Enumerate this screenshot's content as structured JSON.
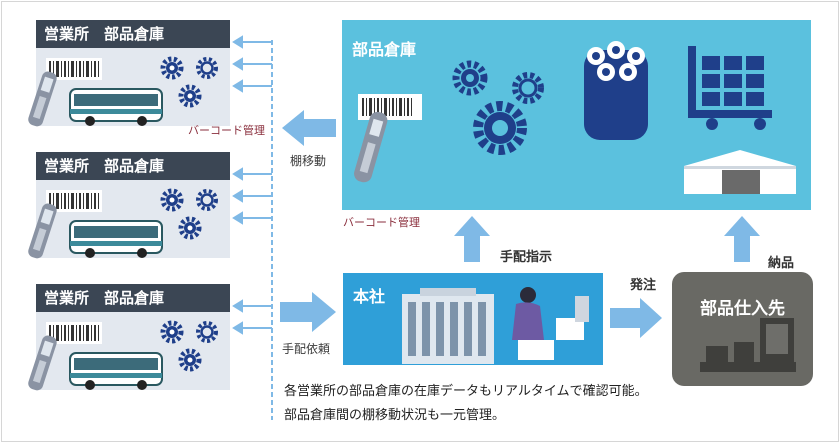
{
  "branches": [
    {
      "title": "営業所　部品倉庫"
    },
    {
      "title": "営業所　部品倉庫"
    },
    {
      "title": "営業所　部品倉庫"
    }
  ],
  "labels": {
    "barcode_left": "バーコード管理",
    "barcode_main": "バーコード管理",
    "tana_ido": "棚移動",
    "tehai_irai": "手配依頼",
    "tehai_shiji": "手配指示",
    "hatchu": "発注",
    "nouhin": "納品"
  },
  "main_warehouse": {
    "title": "部品倉庫"
  },
  "headquarters": {
    "title": "本社"
  },
  "supplier": {
    "title": "部品仕入先"
  },
  "caption": {
    "line1": "各営業所の部品倉庫の在庫データもリアルタイムで確認可能。",
    "line2": "部品倉庫間の棚移動状況も一元管理。"
  },
  "colors": {
    "main_box": "#5bc1de",
    "hq_box": "#2f9fd8",
    "branch_header": "#3b4654",
    "supplier_box": "#696964",
    "arrow": "#7fb9e6",
    "navy_icon": "#1f3f8a"
  }
}
